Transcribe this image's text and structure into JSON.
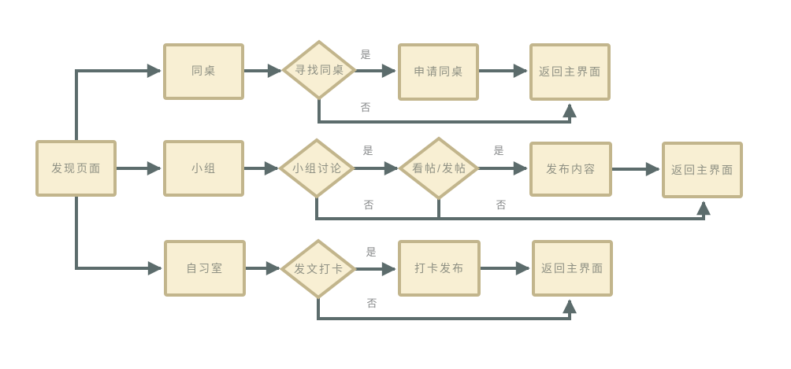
{
  "diagram": {
    "type": "flowchart",
    "background": "#ffffff",
    "colors": {
      "node_fill": "#f8efd3",
      "node_border": "#c2b58c",
      "connector": "#5c6c6c",
      "node_text": "#8e9083",
      "edge_label_text": "#87898a"
    },
    "nodes": {
      "discover_page": "发现页面",
      "deskmate": "同桌",
      "find_deskmate": "寻找同桌",
      "apply_deskmate": "申请同桌",
      "return_main_top": "返回主界面",
      "group": "小组",
      "group_discussion": "小组讨论",
      "read_post_make_post": "看帖/发帖",
      "publish_content": "发布内容",
      "return_main_middle": "返回主界面",
      "study_room": "自习室",
      "post_checkin": "发文打卡",
      "checkin_publish": "打卡发布",
      "return_main_bottom": "返回主界面"
    },
    "labels": {
      "yes": "是",
      "no": "否"
    }
  }
}
